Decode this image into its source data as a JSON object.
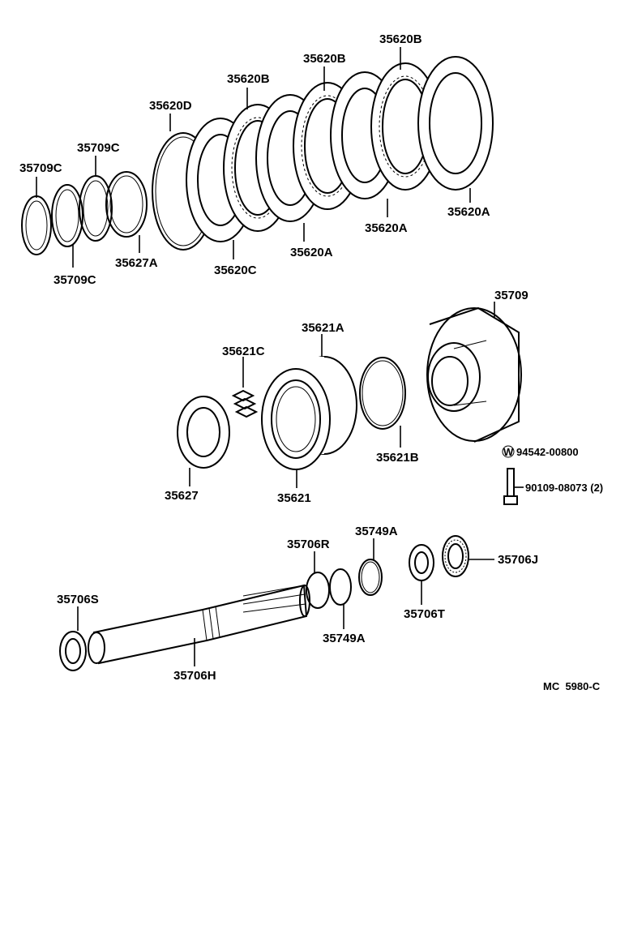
{
  "labels": {
    "l35709c_a": "35709C",
    "l35709c_b": "35709C",
    "l35709c_c": "35709C",
    "l35627a": "35627A",
    "l35620d": "35620D",
    "l35620b_a": "35620B",
    "l35620b_b": "35620B",
    "l35620b_c": "35620B",
    "l35620a_a": "35620A",
    "l35620a_b": "35620A",
    "l35620a_c": "35620A",
    "l35620c": "35620C",
    "l35709": "35709",
    "l35621a": "35621A",
    "l35621c": "35621C",
    "l35621b": "35621B",
    "l35627": "35627",
    "l35621": "35621",
    "l94542": "94542-00800",
    "l90109": "90109-08073 (2)",
    "l35749a_a": "35749A",
    "l35749a_b": "35749A",
    "l35706r": "35706R",
    "l35706j": "35706J",
    "l35706s": "35706S",
    "l35706t": "35706T",
    "l35706h": "35706H",
    "washer_mark": "W"
  },
  "footer": {
    "code": "MC  5980-C"
  }
}
